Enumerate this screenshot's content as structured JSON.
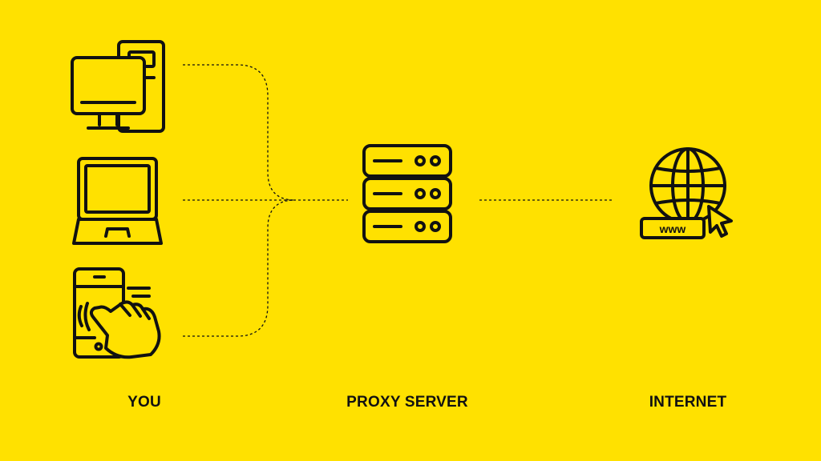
{
  "colors": {
    "background": "#FFE100",
    "ink": "#111111"
  },
  "labels": {
    "you": "YOU",
    "proxy_server": "PROXY SERVER",
    "internet": "INTERNET"
  },
  "icons": {
    "www_text": "www",
    "client_devices": [
      "desktop-computer-icon",
      "laptop-icon",
      "smartphone-touch-icon"
    ],
    "proxy": "server-rack-icon",
    "internet": "globe-www-cursor-icon"
  }
}
